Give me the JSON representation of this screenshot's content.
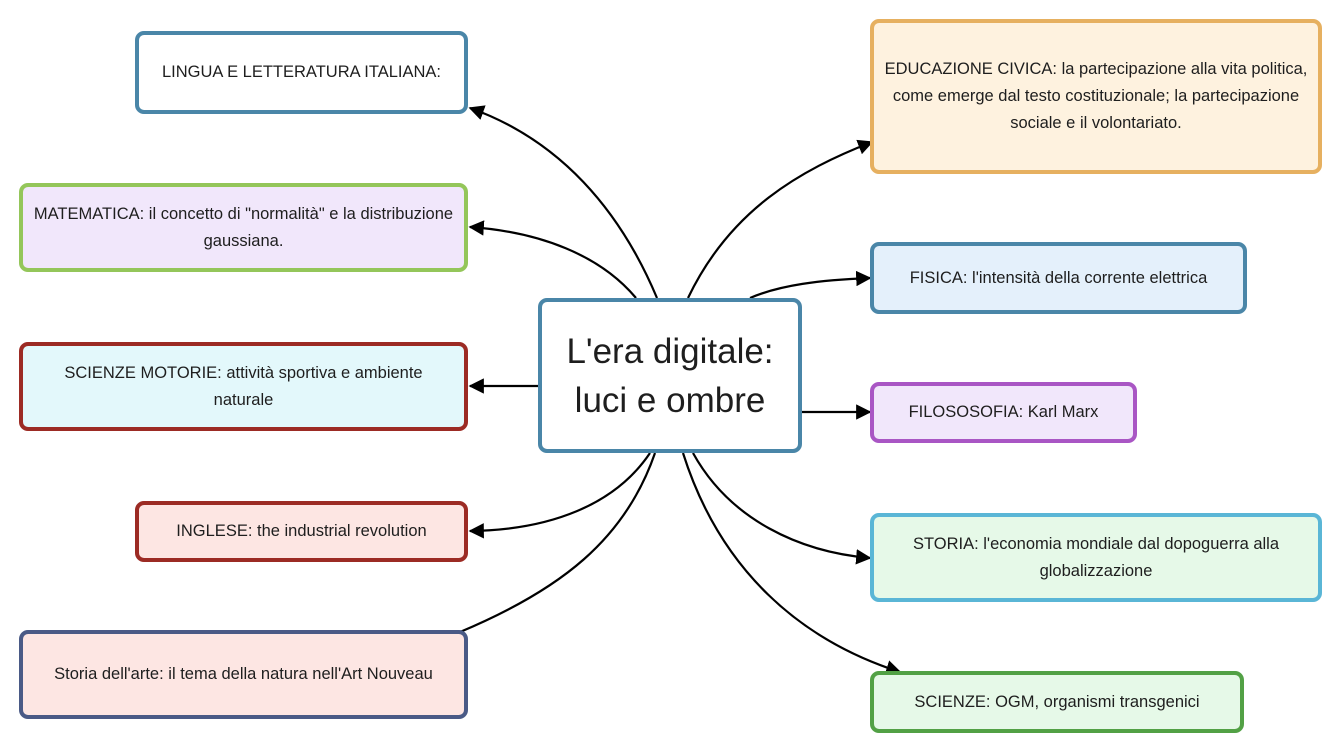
{
  "center": {
    "label_line1": "L'era digitale:",
    "label_line2": "luci e ombre",
    "border_color": "#4a86a8"
  },
  "branches": {
    "lingua": {
      "label": "LINGUA E LETTERATURA ITALIANA:",
      "border_color": "#4a86a8",
      "fill_color": "#ffffff"
    },
    "matematica": {
      "label": "MATEMATICA: il concetto di \"normalità\" e la distribuzione gaussiana.",
      "border_color": "#94c65a",
      "fill_color": "#f1e7fb"
    },
    "scienze_motorie": {
      "label": "SCIENZE MOTORIE: attività sportiva e ambiente naturale",
      "border_color": "#9c2b24",
      "fill_color": "#e3f8fb"
    },
    "inglese": {
      "label": "INGLESE: the industrial revolution",
      "border_color": "#9c2b24",
      "fill_color": "#fde6e3"
    },
    "storia_arte": {
      "label": "Storia dell'arte: il tema della natura nell'Art Nouveau",
      "border_color": "#4a5a86",
      "fill_color": "#fde6e3"
    },
    "educazione_civica": {
      "label": "EDUCAZIONE CIVICA: la partecipazione alla vita politica, come emerge dal testo costituzionale; la partecipazione sociale e il volontariato.",
      "border_color": "#e6b060",
      "fill_color": "#fef2df"
    },
    "fisica": {
      "label": "FISICA: l'intensità della corrente elettrica",
      "border_color": "#4a86a8",
      "fill_color": "#e4f0fb"
    },
    "filosofia": {
      "label": "FILOSOSOFIA: Karl Marx",
      "border_color": "#a956c4",
      "fill_color": "#f1e7fb"
    },
    "storia": {
      "label": "STORIA: l'economia mondiale dal dopoguerra alla globalizzazione",
      "border_color": "#5ab6d6",
      "fill_color": "#e6f9e8"
    },
    "scienze": {
      "label": "SCIENZE: OGM, organismi transgenici",
      "border_color": "#52a145",
      "fill_color": "#e6f9e8"
    }
  }
}
